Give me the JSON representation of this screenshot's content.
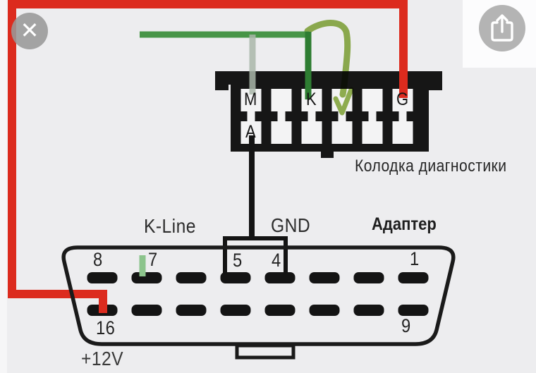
{
  "viewer": {
    "close_button": {
      "icon_name": "close-x-icon",
      "glyph": "✕"
    },
    "share_button": {
      "icon_name": "share-arrow-up-icon"
    }
  },
  "diagram": {
    "diagnostic_block": {
      "label": "Колодка диагностики",
      "top_pin_labels": [
        "M",
        "",
        "K",
        "",
        "",
        "G"
      ],
      "bottom_pin_labels": [
        "A",
        "",
        "",
        "",
        "",
        ""
      ]
    },
    "adapter": {
      "label": "Адаптер",
      "top_numbers": {
        "pin8": "8",
        "pin7": "7",
        "pin5": "5",
        "pin4": "4",
        "pin1": "1"
      },
      "bottom_numbers": {
        "pin16": "16",
        "pin9": "9"
      }
    },
    "labels": {
      "kline": "K-Line",
      "gnd": "GND",
      "power": "+12V"
    },
    "wire_colors": {
      "power": "#dc2b1e",
      "kline": "#479547",
      "kline_dark": "#2e7d32",
      "kline_faded": "#a9b6a9",
      "kline_light": "#8cc48c",
      "ground": "#141414",
      "annotation": "#8aad3f"
    }
  }
}
